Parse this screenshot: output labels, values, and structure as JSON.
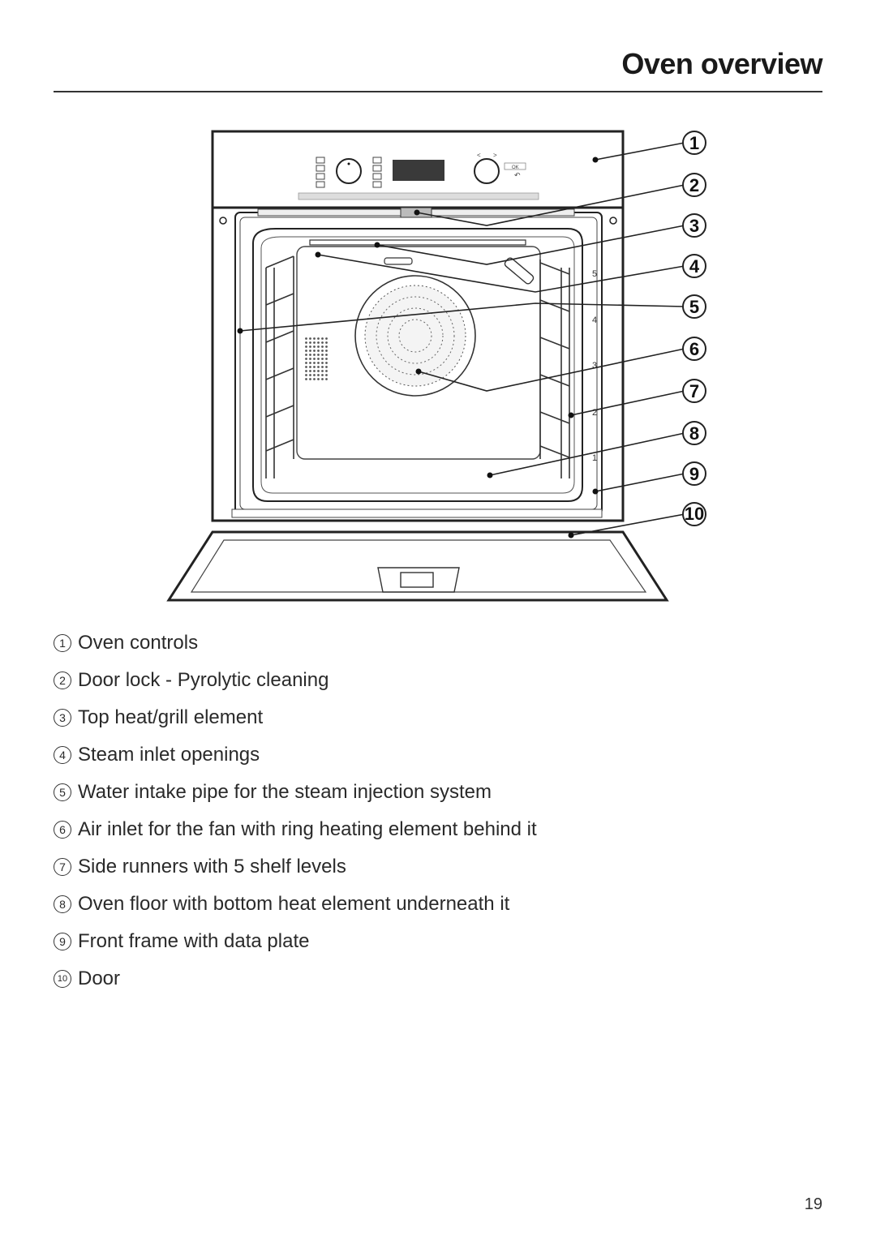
{
  "header": {
    "title": "Oven overview"
  },
  "diagram": {
    "panel_ok_label": "OK",
    "shelf_levels": [
      "5",
      "4",
      "3",
      "2",
      "1"
    ],
    "callouts": [
      "1",
      "2",
      "3",
      "4",
      "5",
      "6",
      "7",
      "8",
      "9",
      "10"
    ]
  },
  "legend": [
    {
      "num": "1",
      "text": "Oven controls"
    },
    {
      "num": "2",
      "text": "Door lock - Pyrolytic cleaning"
    },
    {
      "num": "3",
      "text": "Top heat/grill element"
    },
    {
      "num": "4",
      "text": "Steam inlet openings"
    },
    {
      "num": "5",
      "text": "Water intake pipe for the steam injection system"
    },
    {
      "num": "6",
      "text": "Air inlet for the fan with ring heating element behind it"
    },
    {
      "num": "7",
      "text": "Side runners with 5 shelf levels"
    },
    {
      "num": "8",
      "text": "Oven floor with bottom heat element underneath it"
    },
    {
      "num": "9",
      "text": "Front frame with data plate"
    },
    {
      "num": "10",
      "text": "Door"
    }
  ],
  "footer": {
    "page_number": "19"
  }
}
